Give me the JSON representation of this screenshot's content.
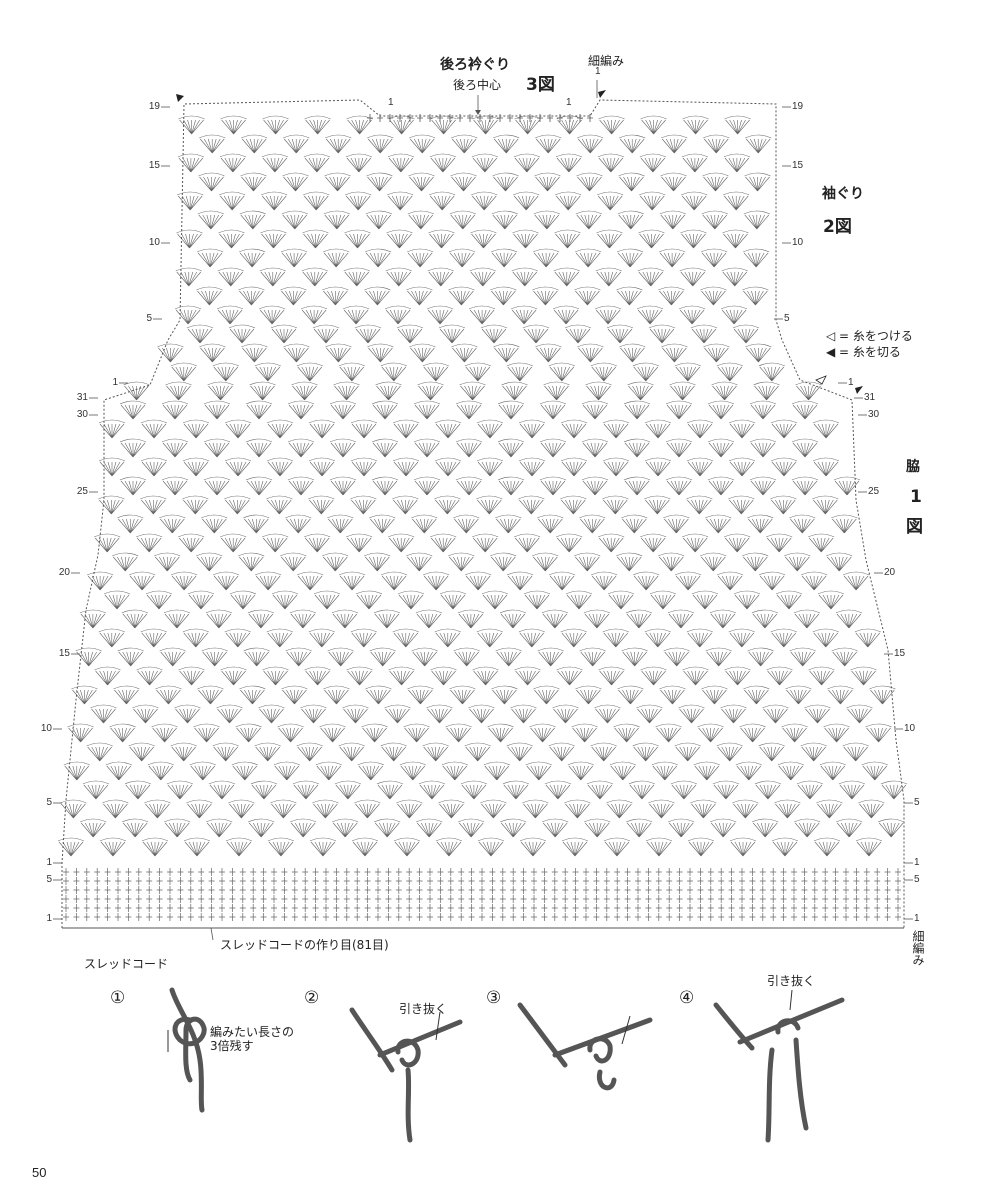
{
  "page_number": "50",
  "back_neck": {
    "title": "後ろ衿ぐり",
    "center": "後ろ中心",
    "figure": "3図",
    "sc_label": "細編み",
    "start_1": "1"
  },
  "armhole": {
    "title": "袖ぐり",
    "figure": "2図"
  },
  "side": {
    "title": "脇",
    "figure_num": "1",
    "figure_char": "図"
  },
  "legend": {
    "attach": "◁ = 糸をつける",
    "cut": "◀ = 糸を切る"
  },
  "chain_note": "スレッドコードの作り目(81目)",
  "bottom_sc": "細編み",
  "row_labels_left": [
    "19",
    "15",
    "10",
    "5",
    "1",
    "31",
    "30",
    "25",
    "20",
    "15",
    "10",
    "5",
    "1",
    "5",
    "1"
  ],
  "row_labels_right": [
    "19",
    "15",
    "10",
    "5",
    "1",
    "31",
    "30",
    "25",
    "20",
    "15",
    "10",
    "5",
    "1",
    "5",
    "1"
  ],
  "thread_cord": {
    "title": "スレッドコード",
    "steps": [
      "①",
      "②",
      "③",
      "④"
    ],
    "step1_note": "編みたい長さの\n3倍残す",
    "pull_through": "引き抜く"
  },
  "colors": {
    "line": "#555555",
    "yarn": "#7a7a7a"
  }
}
